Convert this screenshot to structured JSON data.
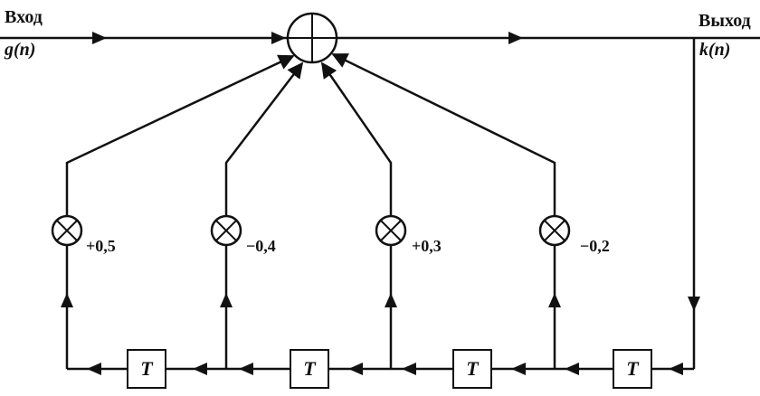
{
  "input": {
    "label": "Вход",
    "signal": "g(n)"
  },
  "output": {
    "label": "Выход",
    "signal": "k(n)"
  },
  "delays": [
    "T",
    "T",
    "T",
    "T"
  ],
  "coefficients": [
    "+0,5",
    "−0,4",
    "+0,3",
    "−0,2"
  ],
  "colors": {
    "ink": "#111111",
    "background": "#ffffff"
  }
}
